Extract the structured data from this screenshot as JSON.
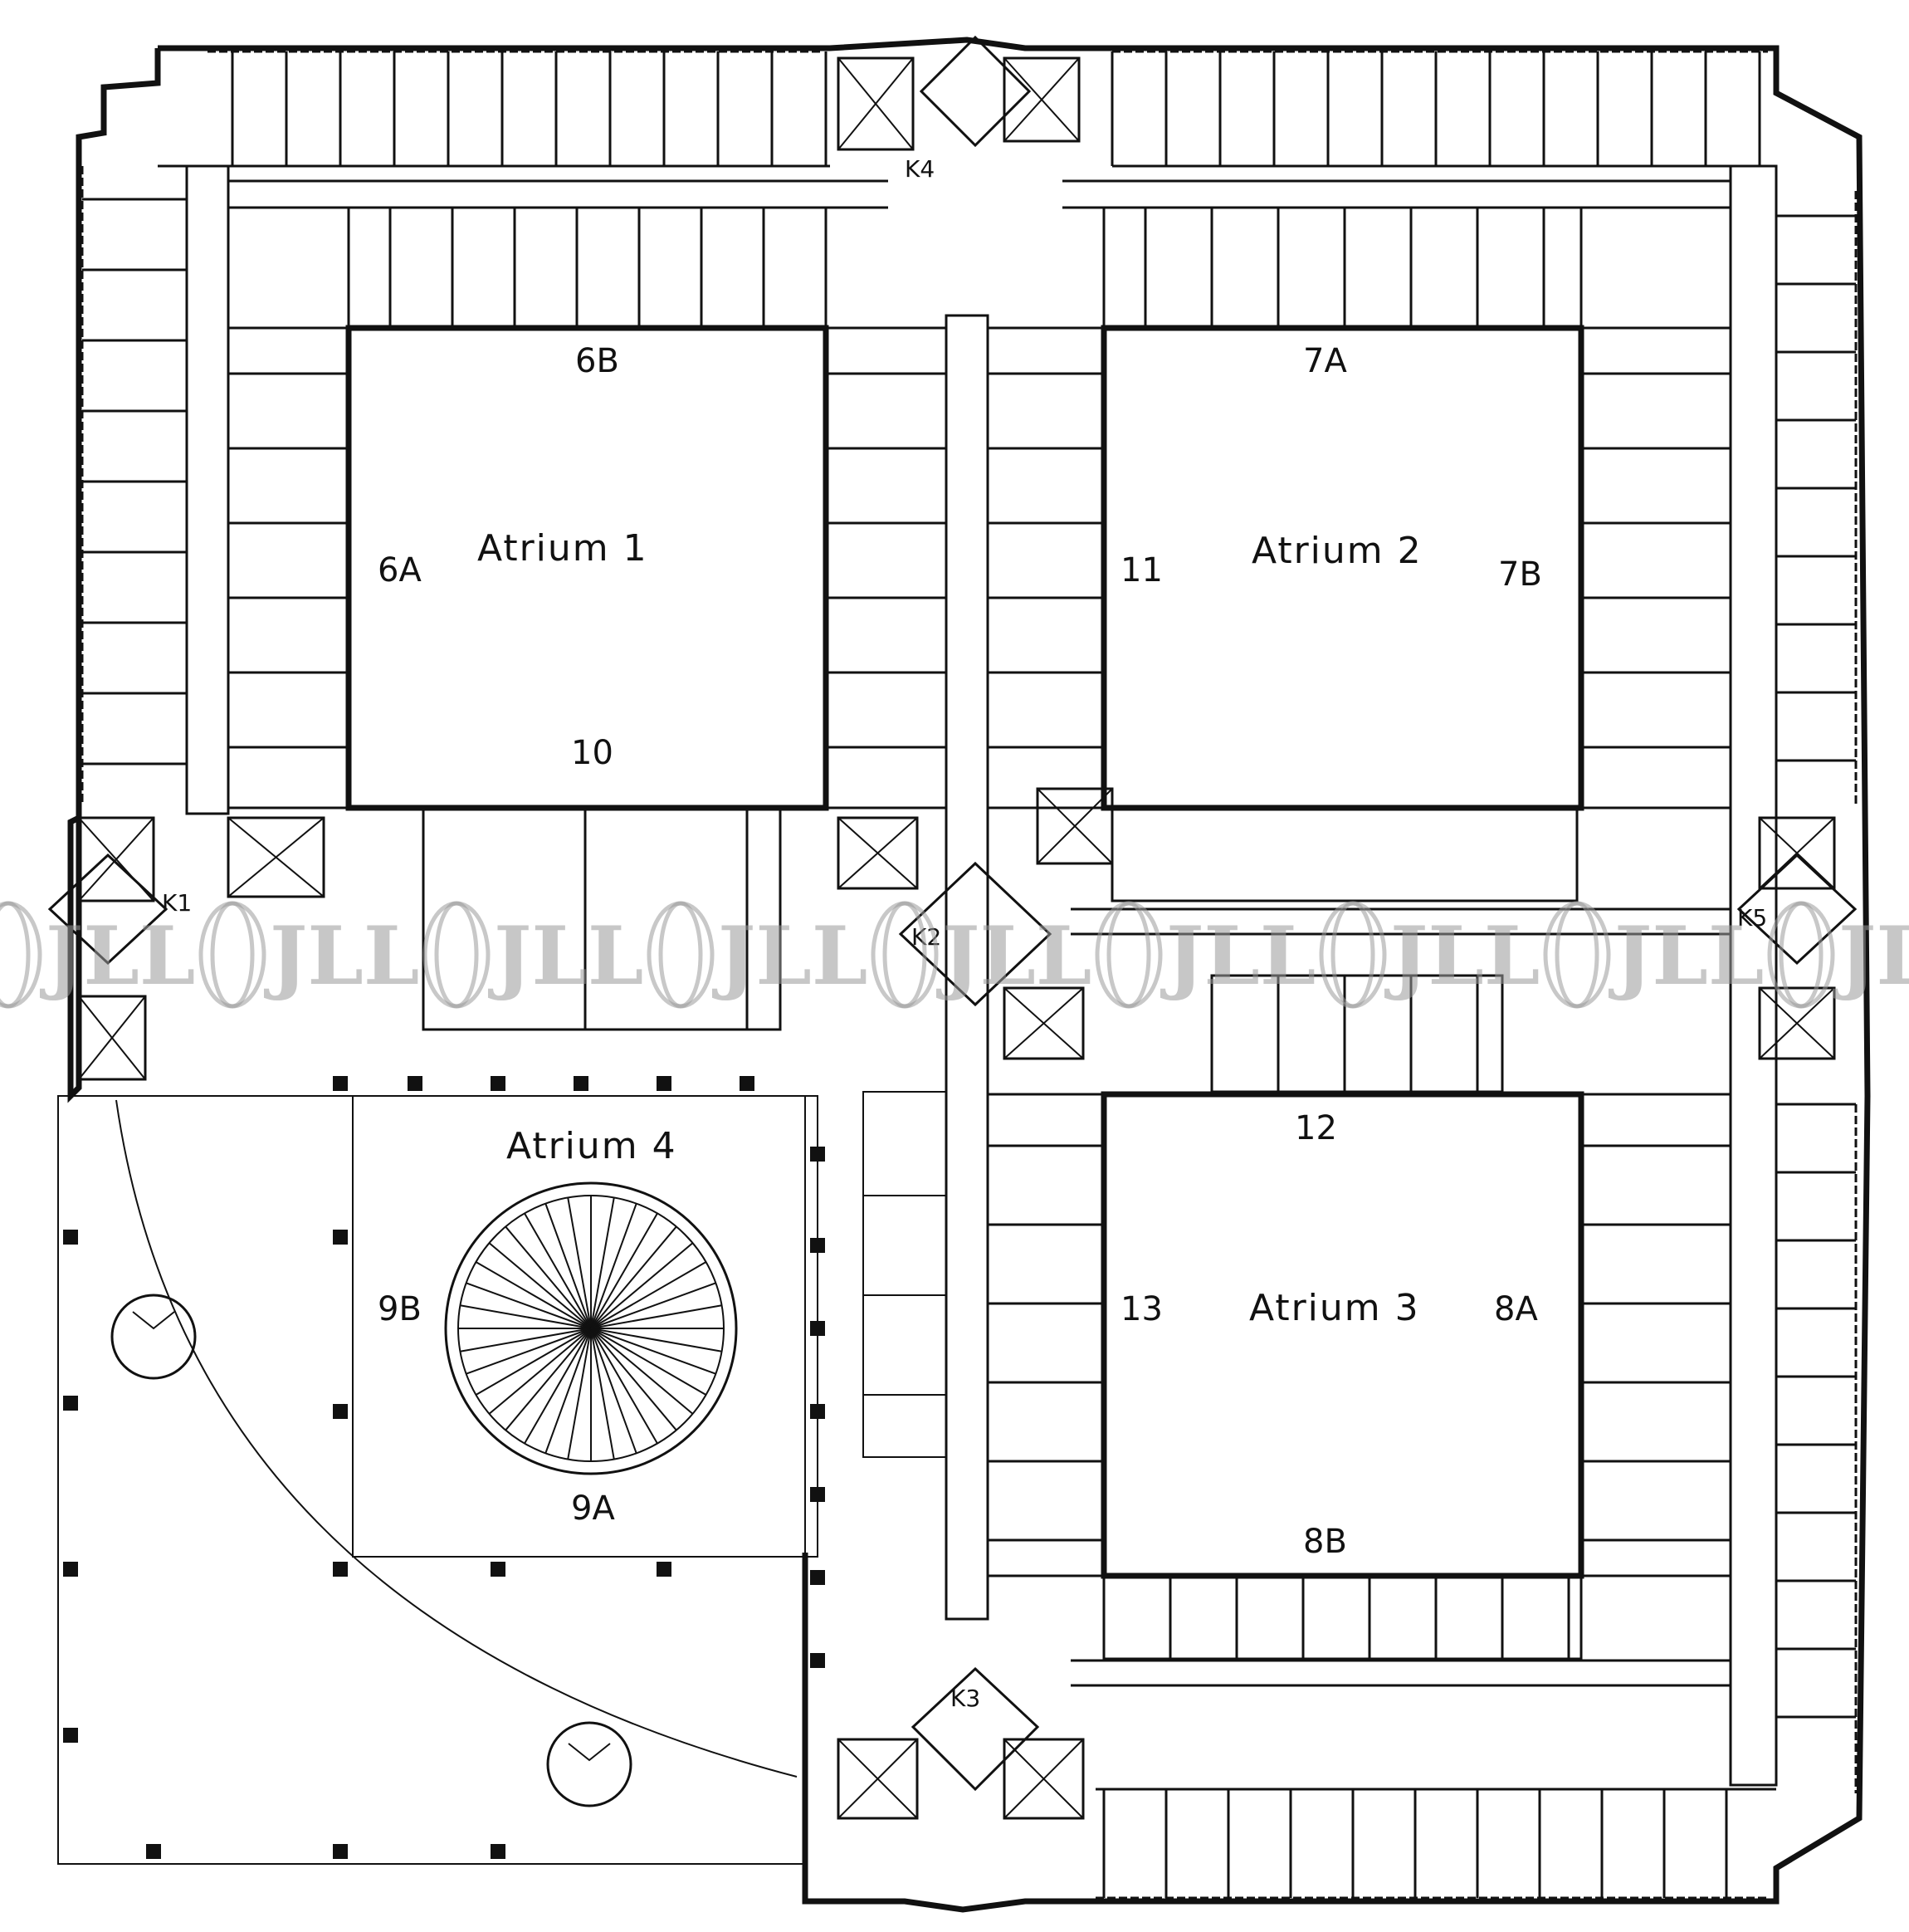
{
  "atria": [
    {
      "id": "atrium-1",
      "name": "Atrium 1"
    },
    {
      "id": "atrium-2",
      "name": "Atrium 2"
    },
    {
      "id": "atrium-3",
      "name": "Atrium 3"
    },
    {
      "id": "atrium-4",
      "name": "Atrium 4"
    }
  ],
  "sections": [
    "6A",
    "6B",
    "10",
    "7A",
    "11",
    "7B",
    "12",
    "13",
    "8A",
    "8B",
    "9A",
    "9B"
  ],
  "cores": [
    "K1",
    "K2",
    "K3",
    "K4",
    "K5"
  ],
  "watermark": {
    "text": "JLL",
    "color": "#9a9a9a"
  },
  "colors": {
    "lines": "#111111",
    "background": "#ffffff"
  }
}
